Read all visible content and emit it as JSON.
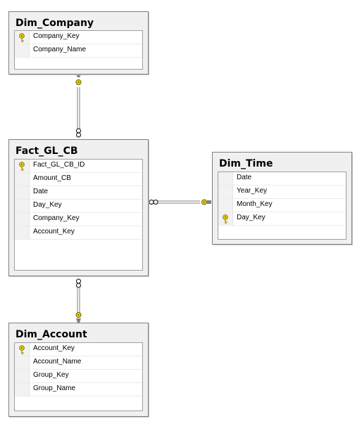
{
  "tables": [
    {
      "id": "dim-company",
      "title": "Dim_Company",
      "columns": [
        {
          "name": "Company_Key",
          "key": true
        },
        {
          "name": "Company_Name",
          "key": false
        }
      ]
    },
    {
      "id": "fact-gl-cb",
      "title": "Fact_GL_CB",
      "columns": [
        {
          "name": "Fact_GL_CB_ID",
          "key": true
        },
        {
          "name": "Amount_CB",
          "key": false
        },
        {
          "name": "Date",
          "key": false
        },
        {
          "name": "Day_Key",
          "key": false
        },
        {
          "name": "Company_Key",
          "key": false
        },
        {
          "name": "Account_Key",
          "key": false
        }
      ]
    },
    {
      "id": "dim-time",
      "title": "Dim_Time",
      "columns": [
        {
          "name": "Date",
          "key": false
        },
        {
          "name": "Year_Key",
          "key": false
        },
        {
          "name": "Month_Key",
          "key": false
        },
        {
          "name": "Day_Key",
          "key": true
        }
      ]
    },
    {
      "id": "dim-account",
      "title": "Dim_Account",
      "columns": [
        {
          "name": "Account_Key",
          "key": true
        },
        {
          "name": "Account_Name",
          "key": false
        },
        {
          "name": "Group_Key",
          "key": false
        },
        {
          "name": "Group_Name",
          "key": false
        }
      ]
    }
  ],
  "relationships": [
    {
      "from": "fact-gl-cb",
      "to": "dim-company",
      "from_end": "many-infinity",
      "to_end": "one-key"
    },
    {
      "from": "fact-gl-cb",
      "to": "dim-time",
      "from_end": "many-infinity",
      "to_end": "one-key"
    },
    {
      "from": "fact-gl-cb",
      "to": "dim-account",
      "from_end": "many-infinity",
      "to_end": "one-key"
    }
  ],
  "icons": {
    "primary_key": "key-icon",
    "many_end": "infinity-icon",
    "one_end": "key-icon"
  },
  "colors": {
    "table_background": "#f0f0f0",
    "key_icon": "#e8d200",
    "connector": "#808080"
  }
}
